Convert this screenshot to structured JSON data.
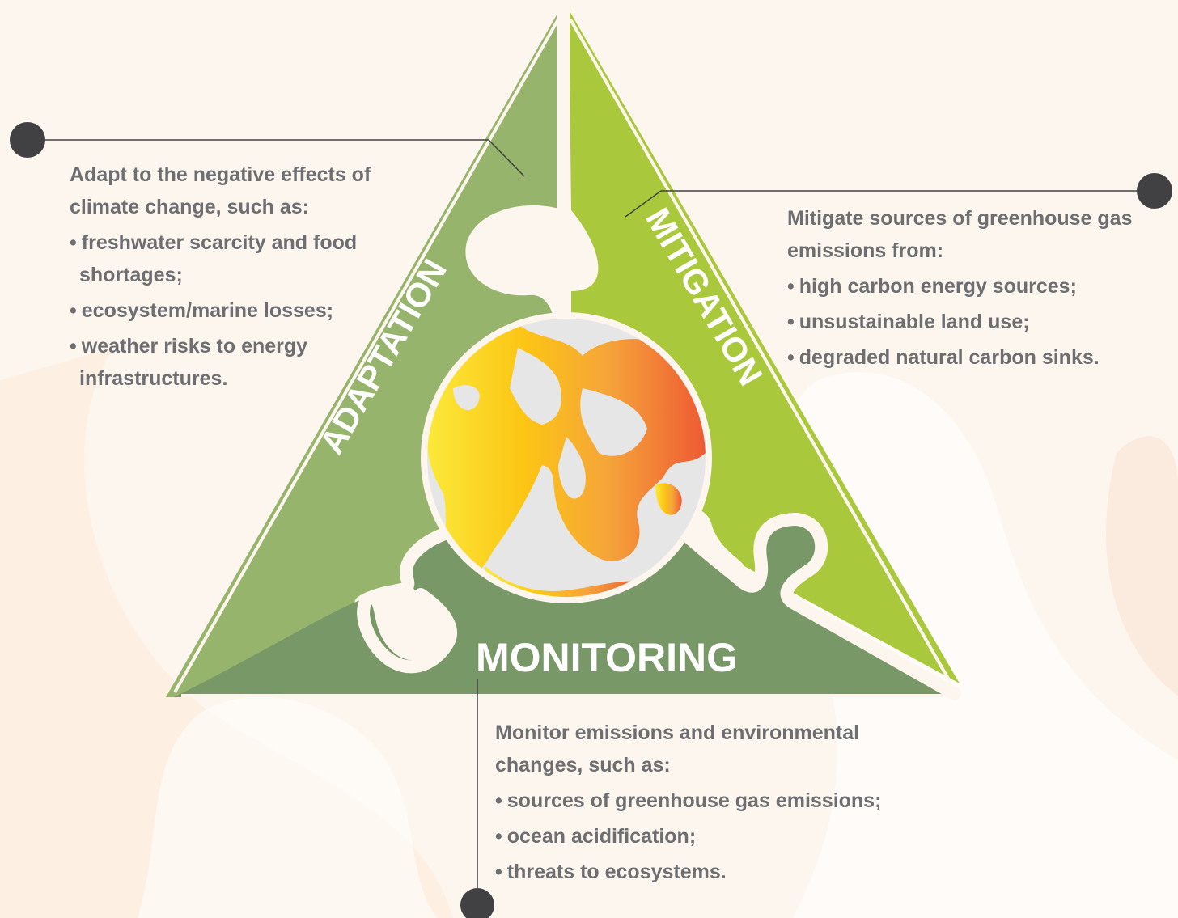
{
  "diagram": {
    "pieces": {
      "adaptation": {
        "label": "ADAPTATION",
        "color": "#97b46c",
        "description": {
          "intro": "Adapt to the negative effects of climate change, such as:",
          "items": [
            "freshwater scarcity and food shortages;",
            "ecosystem/marine losses;",
            "weather risks to energy infrastructures."
          ]
        }
      },
      "mitigation": {
        "label": "MITIGATION",
        "color": "#a9c83c",
        "description": {
          "intro": "Mitigate sources of greenhouse gas emissions from:",
          "items": [
            "high carbon energy sources;",
            "unsustainable land use;",
            "degraded natural carbon sinks."
          ]
        }
      },
      "monitoring": {
        "label": "MONITORING",
        "color": "#799868",
        "description": {
          "intro": "Monitor emissions and environmental changes, such as:",
          "items": [
            "sources of greenhouse gas emissions;",
            "ocean acidification;",
            "threats to ecosystems."
          ]
        }
      }
    },
    "globe": {
      "icon": "globe-icon",
      "land_gradient": [
        "#fbe93a",
        "#fcc514",
        "#f5a43a",
        "#ee5a33"
      ],
      "ocean_color": "#e6e6e7"
    },
    "colors": {
      "text": "#6d6e71",
      "connector": "#414042",
      "background": "#fdf6ee"
    }
  }
}
